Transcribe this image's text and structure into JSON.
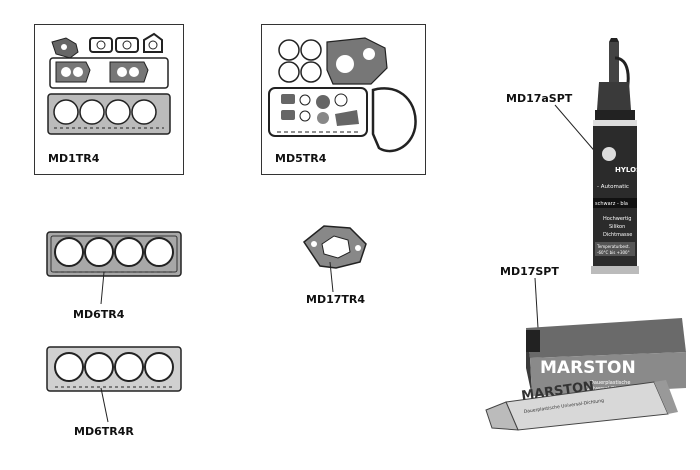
{
  "parts": {
    "md1tr4": "MD1TR4",
    "md5tr4": "MD5TR4",
    "md17aspt": "MD17aSPT",
    "md6tr4": "MD6TR4",
    "md17tr4": "MD17TR4",
    "md17spt": "MD17SPT",
    "md6tr4r": "MD6TR4R"
  },
  "tube_label": {
    "brand": "HYLOSIL",
    "line1": "- Automatic",
    "line2": "schwarz - bla",
    "line3": "Hochwertig",
    "line4": "Silikon",
    "line5": "Dichtmasse",
    "line6": "Temperaturbest.",
    "line7": "-60°C bis +300°"
  },
  "box_label": {
    "brand": "MARSTON",
    "line1": "Dauerplastische",
    "line2": "Universal-Dichtung",
    "tube_brand": "MARSTON",
    "tube_line": "Dauerplastische Universal-Dichtung"
  },
  "colors": {
    "outline": "#333333",
    "tube_dark": "#2b2b2b",
    "box_mid": "#8a8a8a"
  }
}
